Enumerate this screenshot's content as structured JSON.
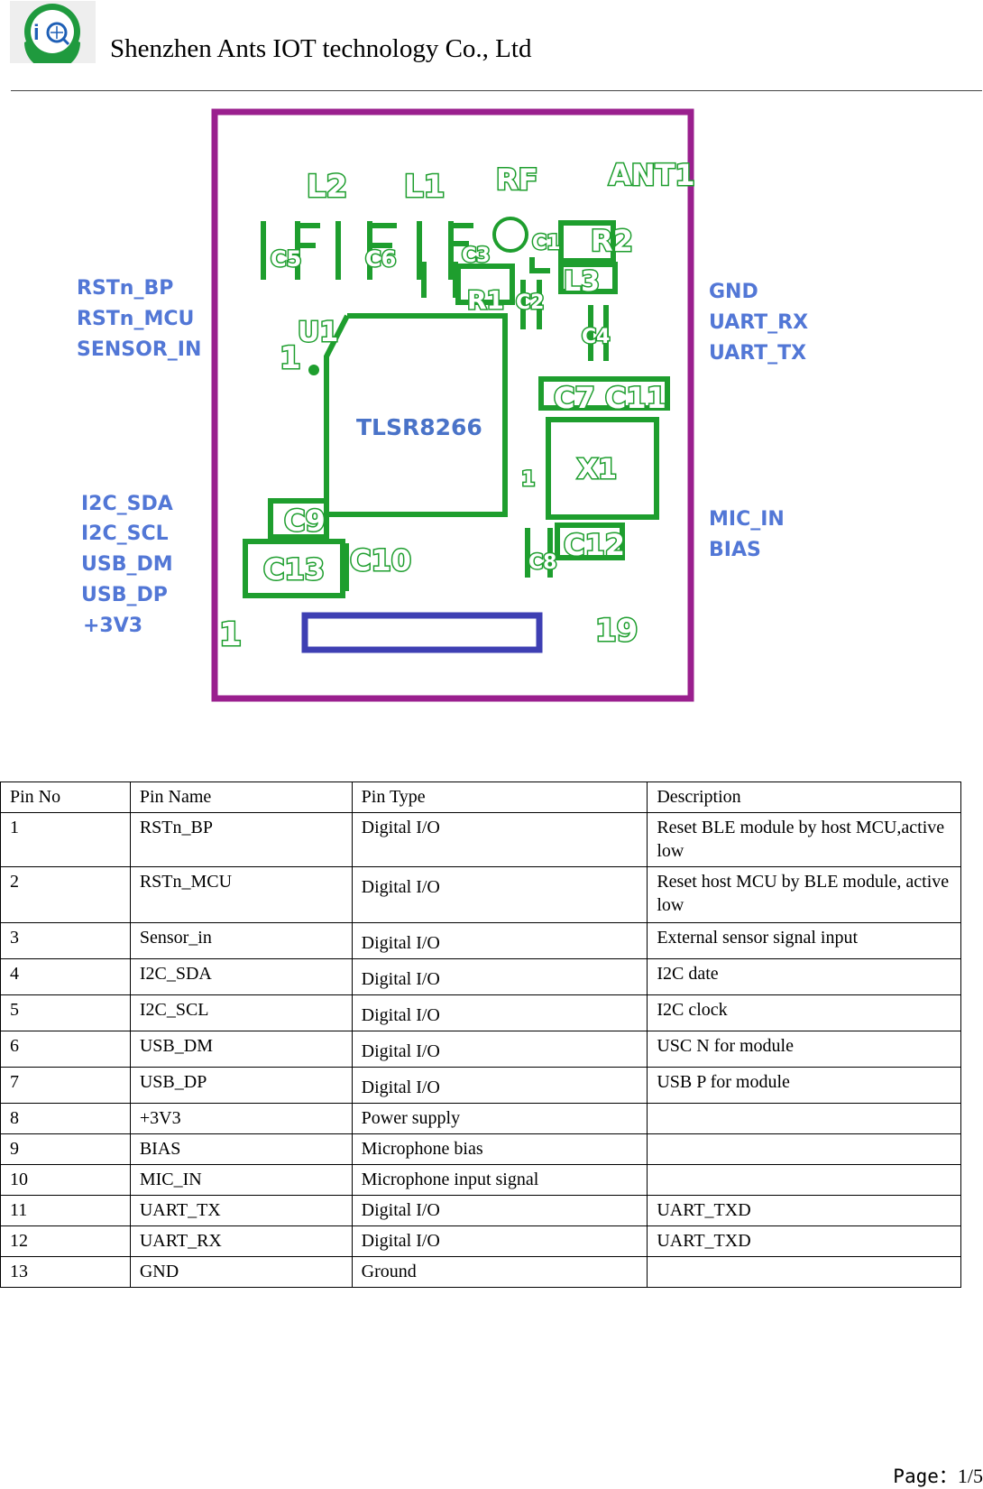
{
  "header": {
    "logo_text": "iQ",
    "company": "Shenzhen Ants IOT technology Co., Ltd"
  },
  "pcb": {
    "left_labels_top": [
      "RSTn_BP",
      "RSTn_MCU",
      "SENSOR_IN"
    ],
    "left_labels_bottom": [
      "I2C_SDA",
      "I2C_SCL",
      "USB_DM",
      "USB_DP",
      "+3V3"
    ],
    "right_labels_top": [
      "GND",
      "UART_RX",
      "UART_TX"
    ],
    "right_labels_bottom": [
      "MIC_IN",
      "BIAS"
    ],
    "designators": {
      "l2": "L2",
      "l1": "L1",
      "rf": "RF",
      "ant1": "ANT1",
      "u1": "U1",
      "pin1": "1",
      "chip": "TLSR8266",
      "r2": "R2",
      "l3": "L3",
      "r1": "R1",
      "c7c11": "C7 C11",
      "x1": "X1",
      "c9": "C9",
      "c13": "C13",
      "c10": "C10",
      "c12": "C12",
      "pad_first": "1",
      "pad_last": "19",
      "c5": "C5",
      "c6": "C6",
      "c3": "C3",
      "c1": "C1",
      "c2": "C2",
      "c4": "C4",
      "c8": "C8",
      "x1_pin": "1"
    },
    "colors": {
      "board_outline": "#9a1f8e",
      "copper": "#1e9e2e",
      "silk_text": "#5277d6",
      "connector": "#3e3fb3"
    }
  },
  "table": {
    "headers": [
      "Pin No",
      "Pin Name",
      "Pin Type",
      "Description"
    ],
    "rows": [
      [
        "1",
        "RSTn_BP",
        "Digital I/O",
        "Reset BLE module by host MCU,active low"
      ],
      [
        "2",
        "RSTn_MCU",
        "Digital I/O",
        "Reset host MCU by BLE module, active low"
      ],
      [
        "3",
        "Sensor_in",
        "Digital I/O",
        "External sensor signal input"
      ],
      [
        "4",
        "I2C_SDA",
        "Digital I/O",
        "I2C date"
      ],
      [
        "5",
        "I2C_SCL",
        "Digital I/O",
        "I2C clock"
      ],
      [
        "6",
        "USB_DM",
        "Digital I/O",
        "USC N for module"
      ],
      [
        "7",
        "USB_DP",
        "Digital I/O",
        "USB P for module"
      ],
      [
        "8",
        "+3V3",
        "Power  supply",
        ""
      ],
      [
        "9",
        "BIAS",
        "Microphone bias",
        ""
      ],
      [
        "10",
        "MIC_IN",
        "Microphone input signal",
        ""
      ],
      [
        "11",
        "UART_TX",
        "Digital I/O",
        "UART_TXD"
      ],
      [
        "12",
        "UART_RX",
        "Digital I/O",
        "UART_TXD"
      ],
      [
        "13",
        "GND",
        "Ground",
        ""
      ]
    ]
  },
  "footer": {
    "page_label": "Page：",
    "page_value": "1/5"
  }
}
